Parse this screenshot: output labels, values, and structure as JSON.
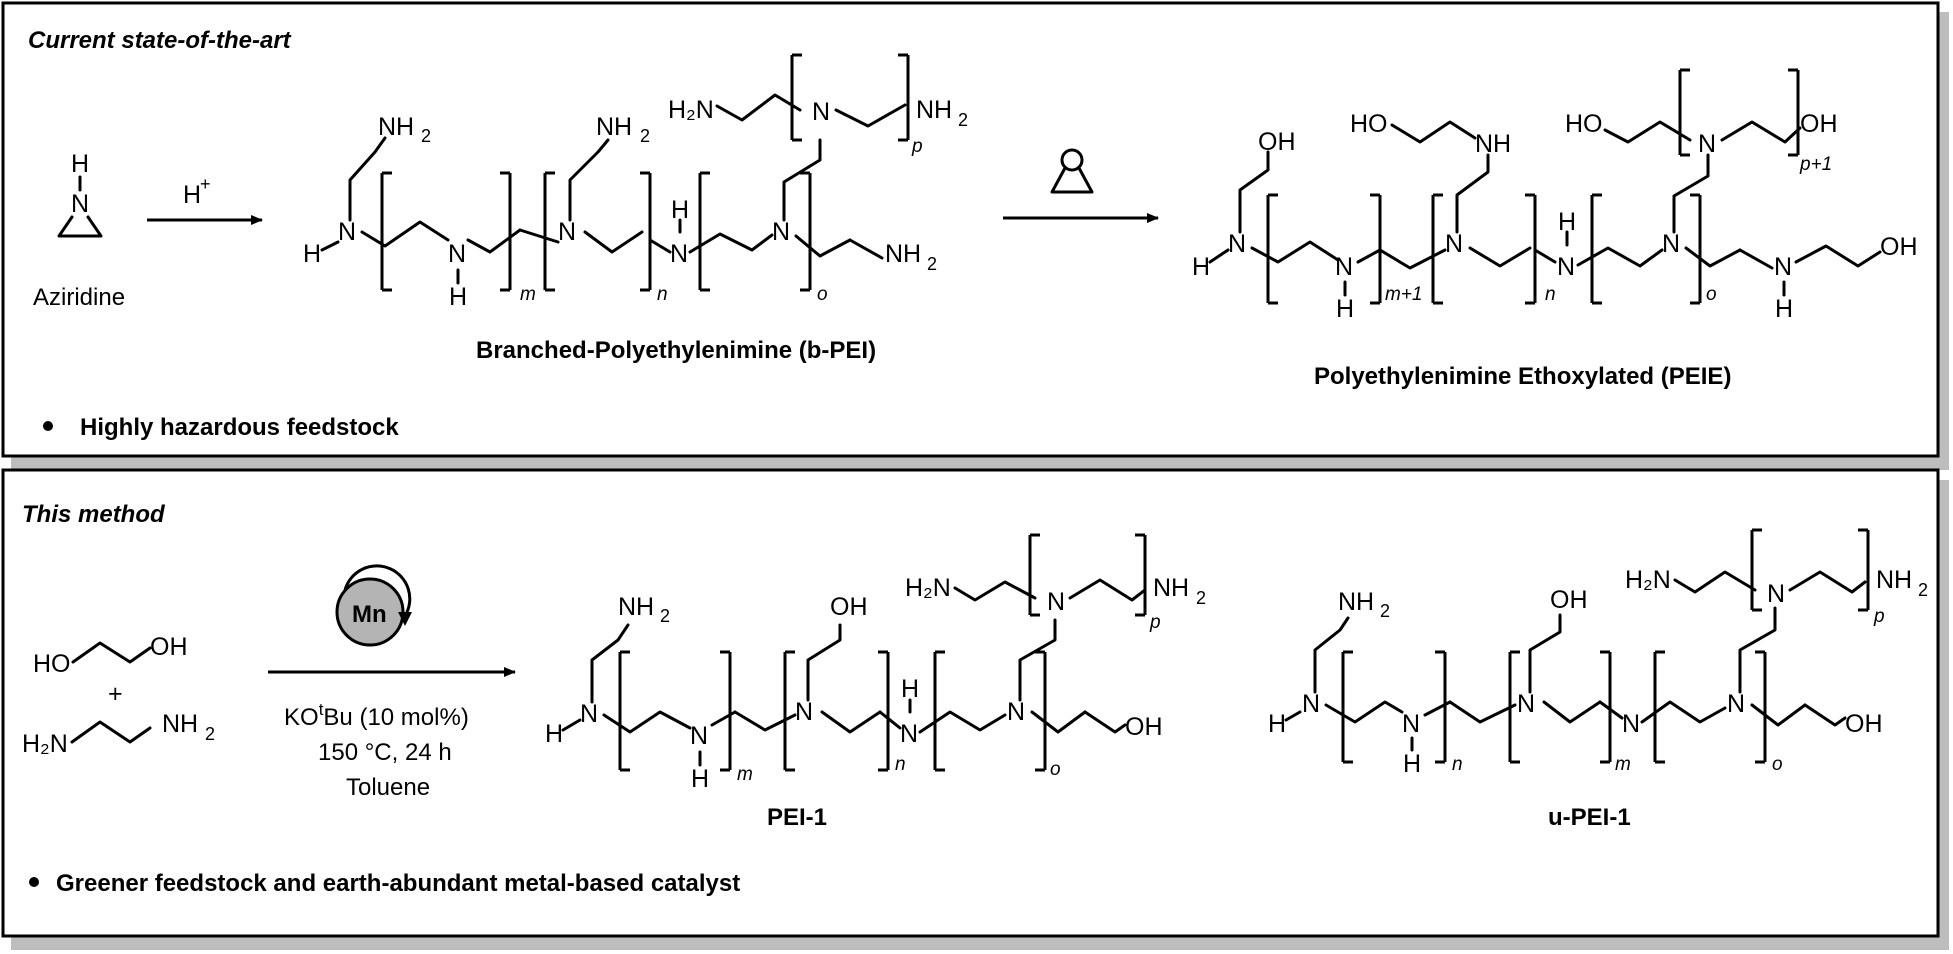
{
  "panels": {
    "top_title": "Current state-of-the-art",
    "bottom_title": "This method"
  },
  "top": {
    "aziridine": {
      "h": "H",
      "n": "N",
      "label": "Aziridine"
    },
    "reagent_1": {
      "h": "H",
      "plus": "+"
    },
    "product_1": "Branched-Polyethylenimine (b-PEI)",
    "product_2": "Polyethylenimine Ethoxylated (PEIE)",
    "note": "Highly hazardous feedstock"
  },
  "bottom": {
    "diol": "HO",
    "diol_oh": "OH",
    "plus": "+",
    "diamine_left": "H₂N",
    "diamine_right": "NH",
    "catalyst": "Mn",
    "base_prefix": "KO",
    "base_sup": "t",
    "base_suffix": "Bu (10 mol%)",
    "temp_time": "150 °C, 24 h",
    "solvent": "Toluene",
    "product_1": "PEI-1",
    "product_2": "u-PEI-1",
    "note": "Greener feedstock and earth-abundant metal-based catalyst"
  },
  "atoms": {
    "N": "N",
    "H": "H",
    "NH": "NH",
    "OH": "OH",
    "HO": "HO",
    "H2N": "H₂N",
    "NH2sub": "2",
    "two": "2"
  },
  "indices": {
    "m": "m",
    "n": "n",
    "o": "o",
    "p": "p",
    "m1": "m+1",
    "p1": "p+1"
  },
  "colors": {
    "frame": "#000000",
    "shadow": "#bdbdbd",
    "catalyst_fill": "#b4b4b4"
  }
}
